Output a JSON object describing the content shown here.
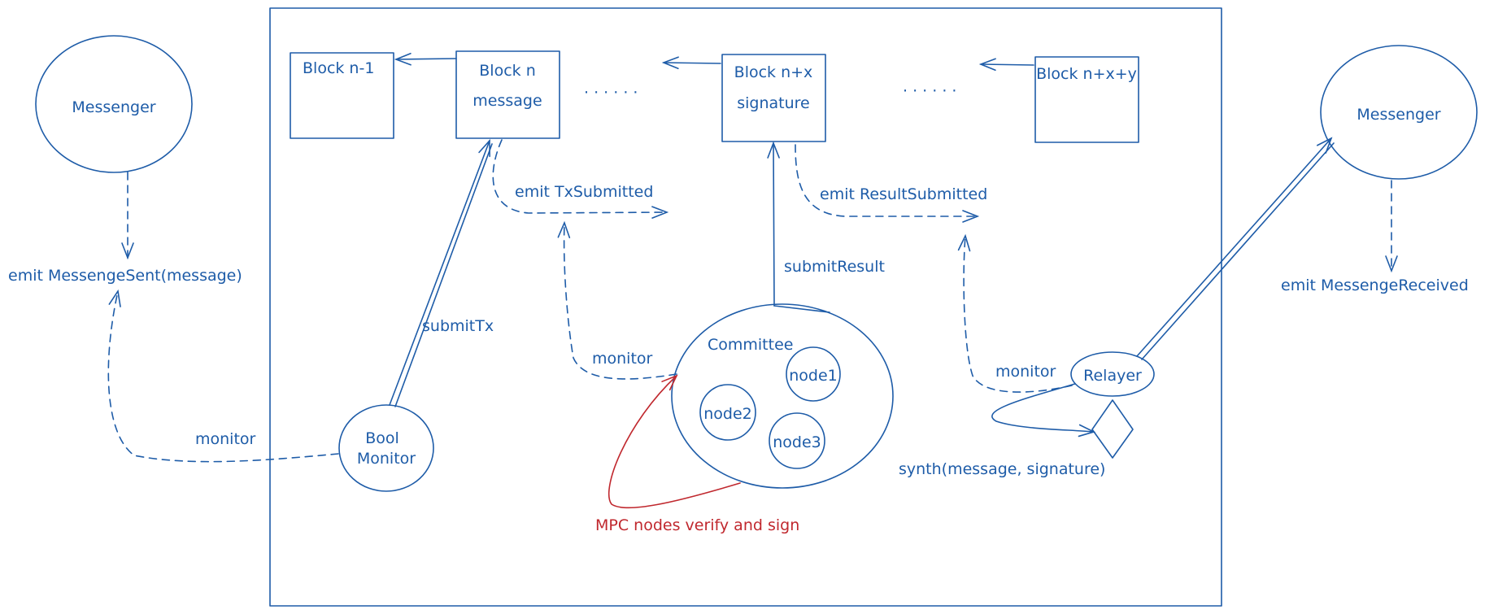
{
  "colors": {
    "ink": "#1e5ca8",
    "accent": "#c0282e",
    "background": "#ffffff"
  },
  "messenger_left": {
    "label": "Messenger",
    "event": "emit MessengeSent(message)"
  },
  "messenger_right": {
    "label": "Messenger",
    "event": "emit MessengeReceived"
  },
  "chain": {
    "block_prev": {
      "label": "Block n-1"
    },
    "block_n": {
      "line1": "Block n",
      "line2": "message"
    },
    "block_nx": {
      "line1": "Block n+x",
      "line2": "signature"
    },
    "block_nxy": {
      "label": "Block n+x+y"
    },
    "ellipsis_1": "· · · · · ·",
    "ellipsis_2": "· · · · · ·"
  },
  "events": {
    "tx_submitted": "emit TxSubmitted",
    "result_submitted": "emit ResultSubmitted"
  },
  "actions": {
    "submit_tx": "submitTx",
    "submit_result": "submitResult",
    "monitor_bool": "monitor",
    "monitor_committee": "monitor",
    "monitor_relayer": "monitor",
    "synth": "synth(message, signature)",
    "mpc": "MPC nodes verify and sign"
  },
  "bool_monitor": {
    "line1": "Bool",
    "line2": "Monitor"
  },
  "committee": {
    "label": "Committee",
    "nodes": [
      "node1",
      "node2",
      "node3"
    ]
  },
  "relayer": {
    "label": "Relayer"
  }
}
